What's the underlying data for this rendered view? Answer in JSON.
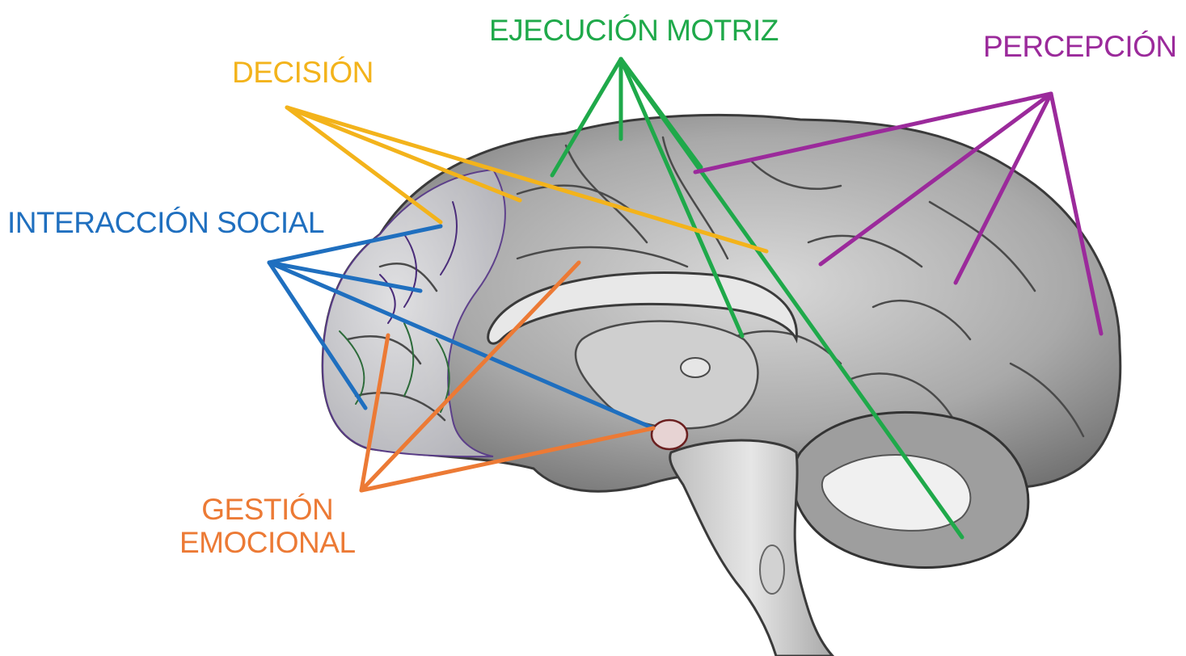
{
  "colors": {
    "motor": "#1fa94a",
    "perception": "#9b2a9b",
    "decision": "#f3b31b",
    "social": "#1f6fbf",
    "emotion": "#ec7a35"
  },
  "labels": {
    "motor": "EJECUCIÓN MOTRIZ",
    "perception": "PERCEPCIÓN",
    "decision": "DECISIÓN",
    "social": "INTERACCIÓN SOCIAL",
    "emotion_line1": "GESTIÓN",
    "emotion_line2": "EMOCIONAL"
  }
}
